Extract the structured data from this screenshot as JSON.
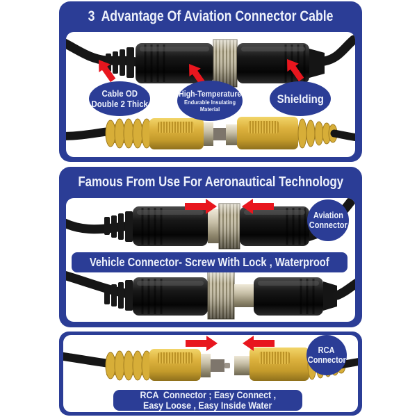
{
  "colors": {
    "panel_blue": "#2b3d96",
    "arrow_red": "#e8161e",
    "cable_black": "#161616",
    "connector_yellow": "#ddb23e",
    "metal_silver": "#c6bea6",
    "label_text": "#edf1fb",
    "background": "#ffffff"
  },
  "panel1": {
    "title": "3  Advantage Of Aviation Connector Cable",
    "bubbles": [
      {
        "lines": [
          "Cable OD",
          "Double 2 Thick"
        ]
      },
      {
        "lines": [
          "High-Temperature",
          "Endurable Insulating",
          "Material"
        ]
      },
      {
        "lines": [
          "Shielding"
        ]
      }
    ]
  },
  "panel2": {
    "title": "Famous From Use For Aeronautical Technology",
    "circle_label": {
      "lines": [
        "Aviation",
        "Connector"
      ]
    },
    "bar_label": "Vehicle Connector- Screw With Lock , Waterproof"
  },
  "panel3": {
    "circle_label": {
      "lines": [
        "RCA",
        "Connector"
      ]
    },
    "bar_label_lines": [
      "RCA  Connector ; Easy Connect ,",
      "Easy Loose , Easy Inside Water"
    ]
  }
}
